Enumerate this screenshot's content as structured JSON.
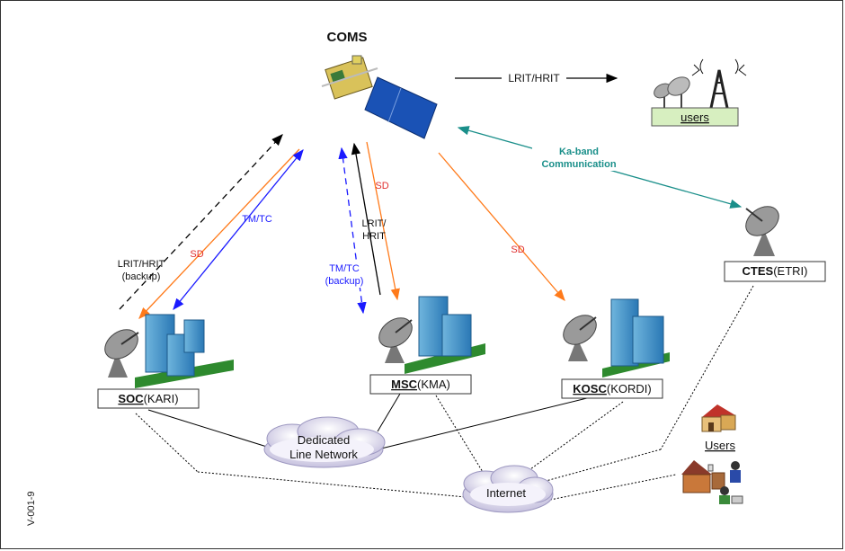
{
  "title": "COMS",
  "doc_id": "V-001-9",
  "links": {
    "lrit_hrit_top": "LRIT/HRIT",
    "ka_band_1": "Ka-band",
    "ka_band_2": "Communication",
    "lrit_hrit_backup_1": "LRIT/HRIT",
    "lrit_hrit_backup_2": "(backup)",
    "sd_soc": "SD",
    "tmtc_soc": "TM/TC",
    "sd_msc": "SD",
    "lrit_hrit_msc_1": "LRIT/",
    "lrit_hrit_msc_2": "HRIT",
    "tmtc_backup_1": "TM/TC",
    "tmtc_backup_2": "(backup)",
    "sd_kosc": "SD"
  },
  "stations": {
    "users_top": "users",
    "ctes": {
      "name": "CTES",
      "org": "(ETRI)"
    },
    "soc": {
      "name": "SOC",
      "org": "(KARI)"
    },
    "msc": {
      "name": "MSC",
      "org": "(KMA)"
    },
    "kosc": {
      "name": "KOSC",
      "org": "(KORDI)"
    }
  },
  "networks": {
    "dedicated_1": "Dedicated",
    "dedicated_2": "Line Network",
    "internet": "Internet",
    "users": "Users"
  },
  "colors": {
    "lrit_hrit": "#000000",
    "tmtc": "#1a1aff",
    "sd": "#ff7a1a",
    "ka_band": "#1a8f8a",
    "sd_text": "#e03030"
  }
}
